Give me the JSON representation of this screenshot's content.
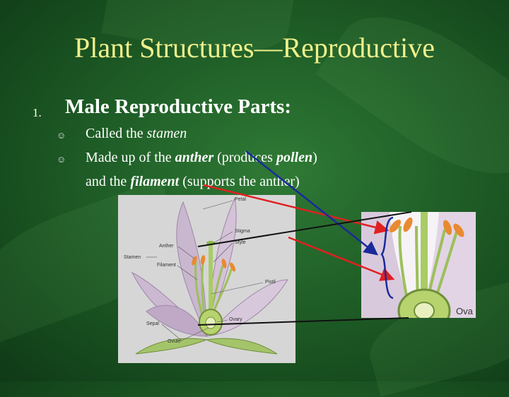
{
  "slide": {
    "title": "Plant Structures—Reproductive",
    "list_number": "1.",
    "heading": "Male Reproductive Parts:",
    "bullets": [
      {
        "prefix": "Called the ",
        "em": "stamen",
        "suffix": ""
      },
      {
        "prefix": "Made up of the ",
        "em": "anther",
        "mid": " (produces ",
        "em2": "pollen",
        "suffix": ")"
      }
    ],
    "continuation": {
      "prefix": "and the ",
      "em": "filament",
      "suffix": " (supports the anther)"
    }
  },
  "diagram": {
    "labels": {
      "petal": "Petal",
      "stigma": "Stigma",
      "style": "Style",
      "anther": "Anther",
      "stamen": "Stamen",
      "filament": "Filament",
      "pistil": "Pistil",
      "sepal": "Sepal",
      "ovary": "Ovary",
      "ovule": "Ovule"
    },
    "inset_label": "Ova"
  },
  "colors": {
    "title": "#f0f08c",
    "text": "#ffffff",
    "arrow_red": "#e02020",
    "arrow_blue": "#1a2a9a",
    "arrow_black": "#111111"
  }
}
